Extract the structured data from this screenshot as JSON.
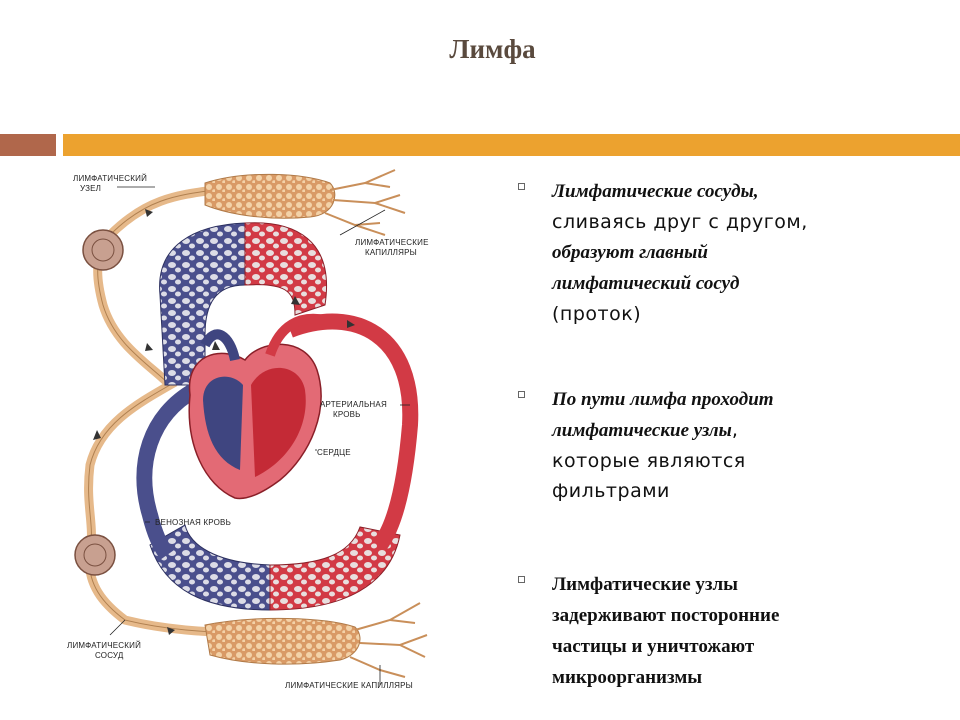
{
  "slide": {
    "title": "Лимфа",
    "colors": {
      "band_left": "#b0674b",
      "band_right": "#eca22f",
      "title": "#5a4a3e"
    }
  },
  "diagram": {
    "labels": {
      "node_top_1": "ЛИМФАТИЧЕСКИЙ",
      "node_top_2": "УЗЕЛ",
      "capillaries_top_1": "ЛИМФАТИЧЕСКИЕ",
      "capillaries_top_2": "КАПИЛЛЯРЫ",
      "arterial_1": "АРТЕРИАЛЬНАЯ",
      "arterial_2": "КРОВЬ",
      "heart": "СЕРДЦЕ",
      "venous": "ВЕНОЗНАЯ КРОВЬ",
      "vessel_1": "ЛИМФАТИЧЕСКИЙ",
      "vessel_2": "СОСУД",
      "capillaries_bottom": "ЛИМФАТИЧЕСКИЕ КАПИЛЛЯРЫ"
    },
    "colors": {
      "artery": "#d23a45",
      "vein": "#4a4f8c",
      "lymph": "#e0b07a",
      "node": "#b78a7a"
    }
  },
  "bullets": [
    {
      "p1": "Лимфатические сосуды,",
      "p2": "сливаясь друг с другом,",
      "p3": "образуют главный",
      "p4": "лимфатический сосуд",
      "p5": "(проток)"
    },
    {
      "p1": "По пути лимфа проходит",
      "p2": "лимфатические узлы",
      "p3": ",",
      "p4": "которые являются",
      "p5": "фильтрами"
    },
    {
      "p1": "Лимфатические узлы",
      "p2": "задерживают посторонние",
      "p3": "частицы и уничтожают",
      "p4": "микроорганизмы"
    }
  ]
}
